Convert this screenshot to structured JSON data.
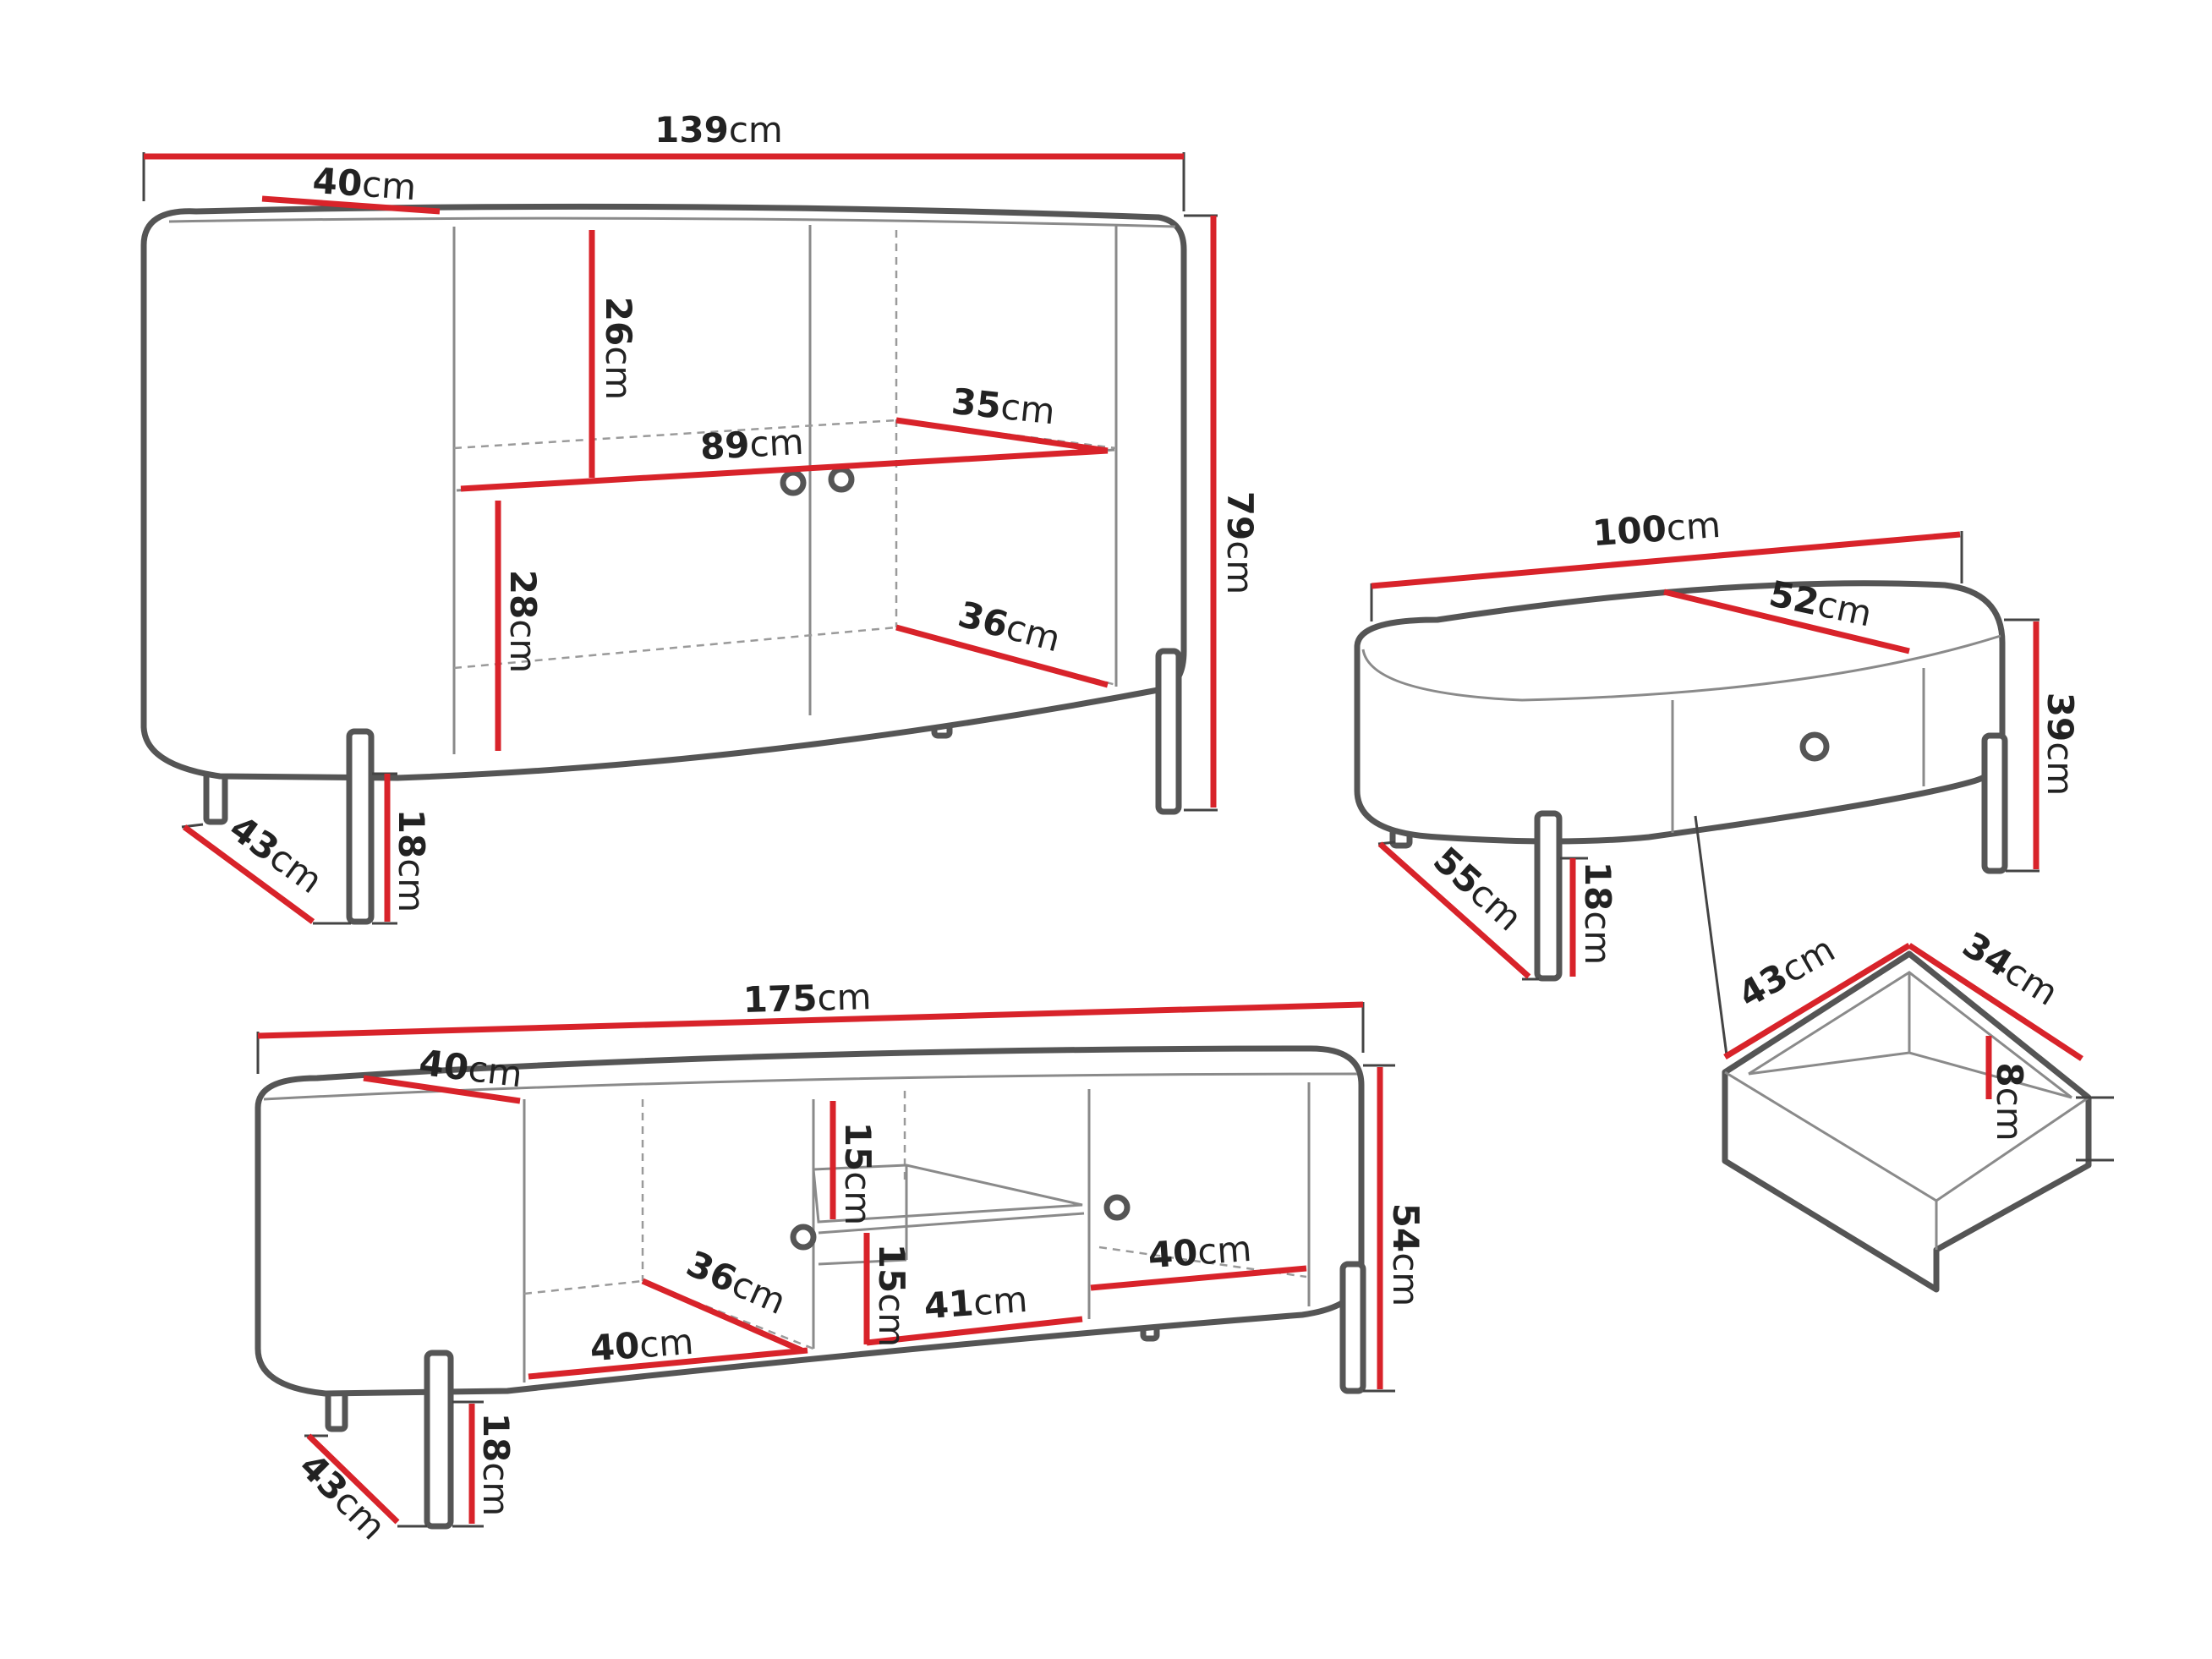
{
  "colors": {
    "dimension": "#d8232a",
    "outline": "#555555",
    "text": "#222222"
  },
  "sideboard": {
    "width": {
      "value": "139",
      "unit": "cm"
    },
    "depth_top": {
      "value": "40",
      "unit": "cm"
    },
    "upper_height": {
      "value": "26",
      "unit": "cm"
    },
    "shelf_width": {
      "value": "89",
      "unit": "cm"
    },
    "shelf_depth_upper": {
      "value": "35",
      "unit": "cm"
    },
    "lower_height": {
      "value": "28",
      "unit": "cm"
    },
    "shelf_depth_lower": {
      "value": "36",
      "unit": "cm"
    },
    "total_height": {
      "value": "79",
      "unit": "cm"
    },
    "base_depth": {
      "value": "43",
      "unit": "cm"
    },
    "leg_height": {
      "value": "18",
      "unit": "cm"
    }
  },
  "coffee_table": {
    "width": {
      "value": "100",
      "unit": "cm"
    },
    "top_depth": {
      "value": "52",
      "unit": "cm"
    },
    "height": {
      "value": "39",
      "unit": "cm"
    },
    "base_depth": {
      "value": "55",
      "unit": "cm"
    },
    "leg_height": {
      "value": "18",
      "unit": "cm"
    }
  },
  "drawer": {
    "width": {
      "value": "43",
      "unit": "cm"
    },
    "depth": {
      "value": "34",
      "unit": "cm"
    },
    "height": {
      "value": "8",
      "unit": "cm"
    }
  },
  "tv_stand": {
    "width": {
      "value": "175",
      "unit": "cm"
    },
    "depth_top": {
      "value": "40",
      "unit": "cm"
    },
    "upper_height": {
      "value": "15",
      "unit": "cm"
    },
    "lower_height": {
      "value": "15",
      "unit": "cm"
    },
    "left_depth": {
      "value": "36",
      "unit": "cm"
    },
    "left_width": {
      "value": "40",
      "unit": "cm"
    },
    "middle_width": {
      "value": "41",
      "unit": "cm"
    },
    "right_width": {
      "value": "40",
      "unit": "cm"
    },
    "total_height": {
      "value": "54",
      "unit": "cm"
    },
    "base_depth": {
      "value": "43",
      "unit": "cm"
    },
    "leg_height": {
      "value": "18",
      "unit": "cm"
    }
  }
}
